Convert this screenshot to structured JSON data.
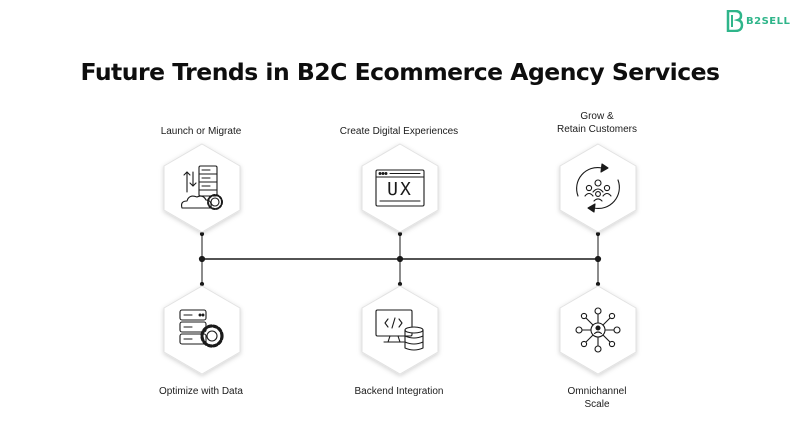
{
  "title": "Future Trends in B2C Ecommerce Agency Services",
  "brand": {
    "name": "B2SELL",
    "color": "#2fb58a"
  },
  "services_top": [
    {
      "lines": [
        "Launch or Migrate"
      ],
      "icon": "server-cloud-icon"
    },
    {
      "lines": [
        "Create Digital Experiences"
      ],
      "icon": "ux-window-icon"
    },
    {
      "lines": [
        "Grow &",
        "Retain Customers"
      ],
      "icon": "customer-cycle-icon"
    }
  ],
  "services_bottom": [
    {
      "lines": [
        "Optimize with Data"
      ],
      "icon": "server-gear-icon"
    },
    {
      "lines": [
        "Backend Integration"
      ],
      "icon": "monitor-database-icon"
    },
    {
      "lines": [
        "Omnichannel",
        "Scale"
      ],
      "icon": "omnichannel-network-icon"
    }
  ],
  "ux_text": "UX",
  "colors": {
    "line": "#1a1a1a",
    "hex_border": "#e6e6e6"
  }
}
